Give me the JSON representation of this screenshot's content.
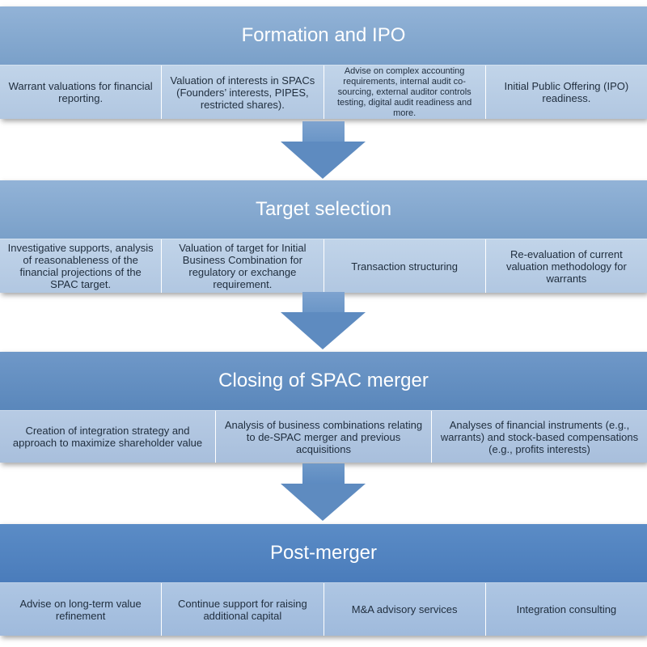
{
  "stages": [
    {
      "title": "Formation and IPO",
      "items": [
        "Warrant valuations for financial reporting.",
        "Valuation of interests in SPACs (Founders’ interests, PIPES, restricted shares).",
        "Advise on complex accounting requirements, internal audit co-sourcing, external auditor controls testing, digital audit readiness and more.",
        "Initial Public Offering (IPO) readiness."
      ]
    },
    {
      "title": "Target selection",
      "items": [
        "Investigative supports, analysis of reasonableness of the financial projections of the SPAC target.",
        "Valuation of target for Initial Business Combination for regulatory or exchange requirement.",
        "Transaction structuring",
        "Re-evaluation of current valuation methodology for warrants"
      ]
    },
    {
      "title": "Closing of SPAC merger",
      "items": [
        "Creation of integration strategy and approach to maximize shareholder value",
        "Analysis of business combinations relating to de-SPAC merger and previous acquisitions",
        "Analyses of financial instruments (e.g., warrants) and stock-based compensations (e.g., profits interests)"
      ]
    },
    {
      "title": "Post-merger",
      "items": [
        "Advise on long-term value refinement",
        "Continue support for raising additional capital",
        "M&A advisory services",
        "Integration consulting"
      ]
    }
  ],
  "colors": {
    "header_light": "#85a9d0",
    "header_mid": "#6590c2",
    "header_dark": "#5284c1",
    "cell_bg": "#b8cde6",
    "arrow": "#6f99c9"
  }
}
